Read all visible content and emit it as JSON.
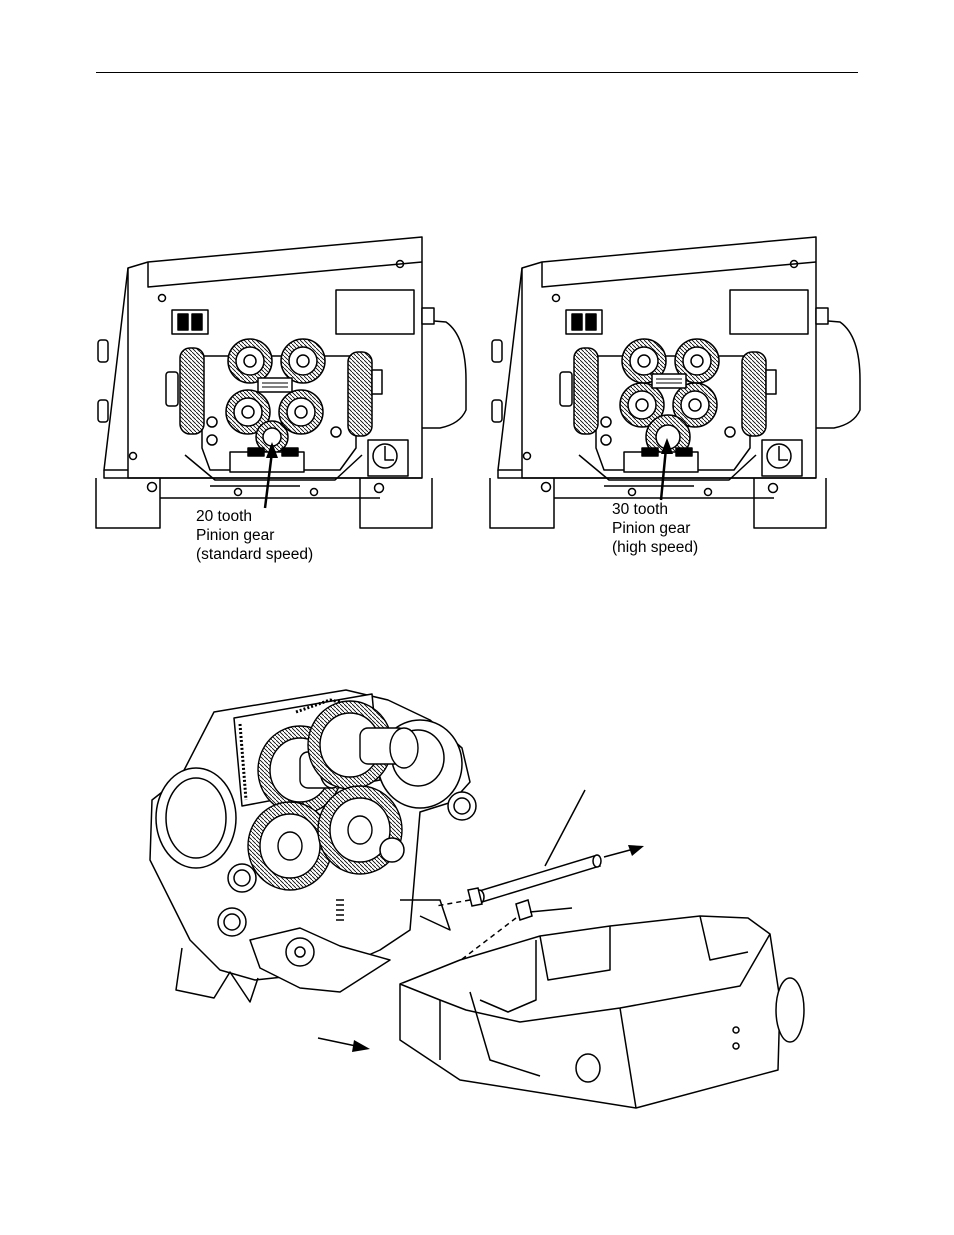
{
  "figure_top": {
    "left_callout": {
      "line1": "20 tooth",
      "line2": "Pinion gear",
      "line3": "(standard speed)"
    },
    "right_callout": {
      "line1": "30 tooth",
      "line2": "Pinion gear",
      "line3": "(high speed)"
    }
  }
}
